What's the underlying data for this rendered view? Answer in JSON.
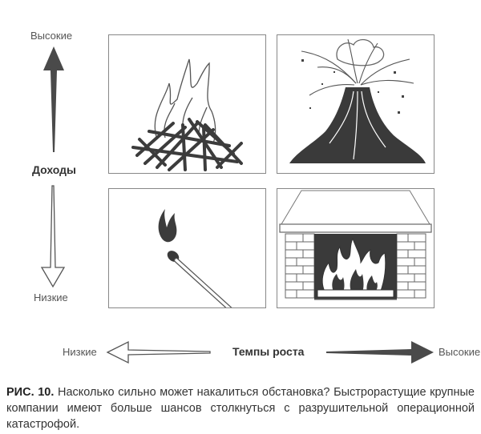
{
  "y_axis": {
    "title": "Доходы",
    "high_label": "Высокие",
    "low_label": "Низкие"
  },
  "x_axis": {
    "title": "Темпы роста",
    "low_label": "Низкие",
    "high_label": "Высокие"
  },
  "quadrants": {
    "top_left": "bonfire",
    "top_right": "volcano",
    "bottom_left": "burning-match",
    "bottom_right": "fireplace"
  },
  "caption": {
    "label": "РИС. 10.",
    "text": "Насколько сильно может накалиться обстановка? Быстрорастущие крупные компании имеют больше шансов столкнуться с разрушительной операционной катастрофой."
  }
}
